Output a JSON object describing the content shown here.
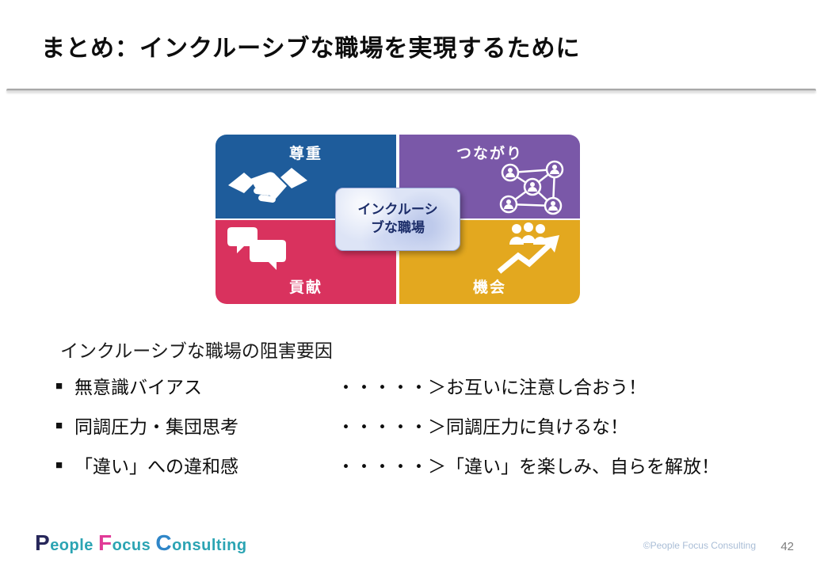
{
  "slide": {
    "title": "まとめ：インクルーシブな職場を実現するために",
    "page_number": "42",
    "copyright": "©People Focus Consulting"
  },
  "diagram": {
    "center": {
      "line1": "インクルーシ",
      "line2": "ブな職場"
    },
    "quadrants": [
      {
        "label": "尊重",
        "color": "#1e5c9b",
        "icon": "handshake-icon"
      },
      {
        "label": "つながり",
        "color": "#7a58a8",
        "icon": "people-network-icon"
      },
      {
        "label": "貢献",
        "color": "#d9325e",
        "icon": "speech-bubbles-icon"
      },
      {
        "label": "機会",
        "color": "#e3a81f",
        "icon": "people-growth-arrow-icon"
      }
    ]
  },
  "content": {
    "heading": "インクルーシブな職場の阻害要因",
    "bullet": "■",
    "items": [
      {
        "label": "無意識バイアス",
        "response": "・・・・・＞お互いに注意し合おう！"
      },
      {
        "label": "同調圧力・集団思考",
        "response": "・・・・・＞同調圧力に負けるな！"
      },
      {
        "label": "「違い」への違和感",
        "response": "・・・・・＞「違い」を楽しみ、自らを解放！"
      }
    ]
  },
  "footer": {
    "logo": [
      {
        "text": "P",
        "color": "#27275a"
      },
      {
        "text": "eople ",
        "color": "#2ba4b3"
      },
      {
        "text": "F",
        "color": "#e03a97"
      },
      {
        "text": "ocus ",
        "color": "#2ba4b3"
      },
      {
        "text": "C",
        "color": "#2f86c8"
      },
      {
        "text": "onsulting",
        "color": "#2ba4b3"
      }
    ]
  }
}
